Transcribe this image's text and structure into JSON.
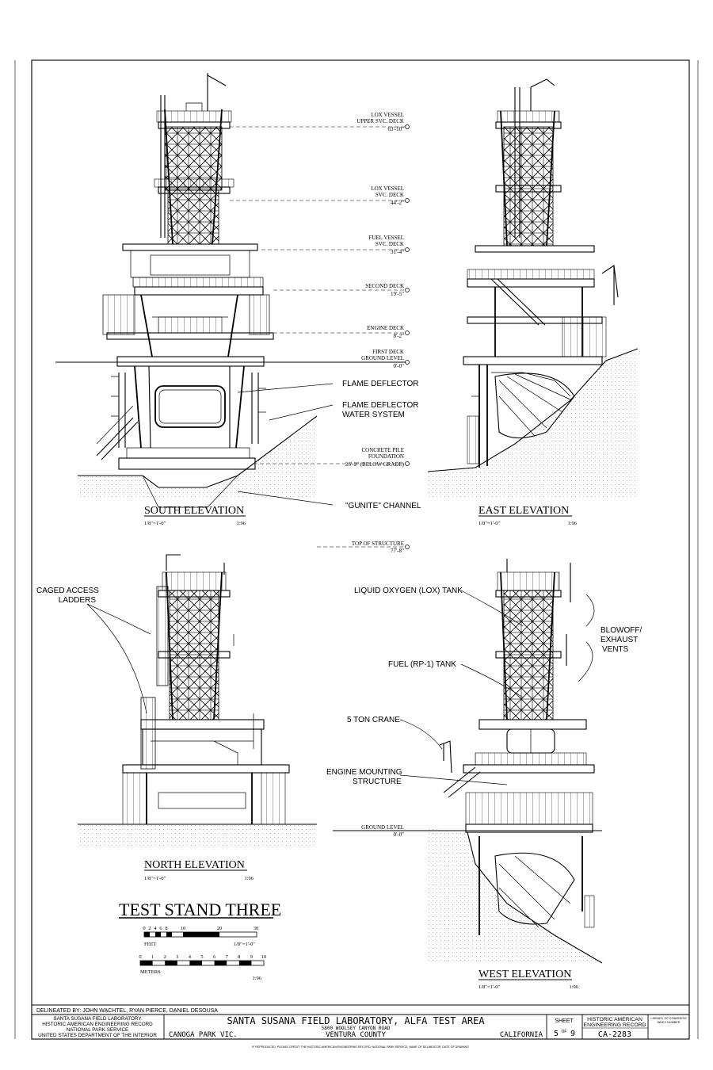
{
  "drawing": {
    "title": "TEST STAND THREE",
    "views": {
      "south": {
        "title": "SOUTH ELEVATION",
        "scale": "1/8\"=1'-0\"",
        "ratio": "1:96"
      },
      "east": {
        "title": "EAST ELEVATION",
        "scale": "1/8\"=1'-0\"",
        "ratio": "1:96"
      },
      "north": {
        "title": "NORTH ELEVATION",
        "scale": "1/8\"=1'-0\"",
        "ratio": "1:96"
      },
      "west": {
        "title": "WEST ELEVATION",
        "scale": "1/8\"=1'-0\"",
        "ratio": "1:96"
      }
    },
    "levels": [
      {
        "name1": "LOX VESSEL",
        "name2": "UPPER SVC. DECK",
        "elev": "63'-10\""
      },
      {
        "name1": "LOX VESSEL",
        "name2": "SVC. DECK",
        "elev": "44'-2\""
      },
      {
        "name1": "FUEL VESSEL",
        "name2": "SVC. DECK",
        "elev": "31'-4\""
      },
      {
        "name1": "",
        "name2": "SECOND DECK",
        "elev": "19'-5\""
      },
      {
        "name1": "",
        "name2": "ENGINE DECK",
        "elev": "8'-2\""
      },
      {
        "name1": "FIRST DECK",
        "name2": "GROUND LEVEL",
        "elev": "0'-0\""
      },
      {
        "name1": "CONCRETE PILE",
        "name2": "FOUNDATION",
        "elev": "26'-9\" (BELOW GRADE)"
      }
    ],
    "top_level": {
      "name": "TOP OF STRUCTURE",
      "elev": "77'-8\""
    },
    "ground_level": {
      "name": "GROUND LEVEL",
      "elev": "0'-0\""
    },
    "callouts": {
      "flame_deflector": "FLAME DEFLECTOR",
      "flame_water_1": "FLAME DEFLECTOR",
      "flame_water_2": "WATER SYSTEM",
      "gunite": "\"GUNITE\" CHANNEL",
      "caged_1": "CAGED ACCESS",
      "caged_2": "LADDERS",
      "lox_tank": "LIQUID OXYGEN (LOX) TANK",
      "fuel_tank": "FUEL (RP-1) TANK",
      "blowoff_1": "BLOWOFF/",
      "blowoff_2": "EXHAUST",
      "blowoff_3": "VENTS",
      "crane": "5 TON CRANE",
      "engine_mount_1": "ENGINE MOUNTING",
      "engine_mount_2": "STRUCTURE"
    },
    "scale_feet": {
      "ticks": [
        "0",
        "2",
        "4",
        "6",
        "8",
        "10",
        "20",
        "30"
      ],
      "unit": "FEET",
      "scale": "1/8\"=1'-0\""
    },
    "scale_meters": {
      "ticks": [
        "0",
        "1",
        "2",
        "3",
        "4",
        "5",
        "6",
        "7",
        "8",
        "9",
        "10"
      ],
      "unit": "METERS",
      "ratio": "1:96"
    }
  },
  "title_block": {
    "delineated": "DELINEATED BY:  JOHN WACHTEL, RYAN PIERCE, DANIEL DESOUSA",
    "agency_lines": [
      "SANTA SUSANA FIELD LABORATORY",
      "HISTORIC AMERICAN ENGINEERING RECORD",
      "NATIONAL PARK SERVICE",
      "UNITED STATES DEPARTMENT OF THE INTERIOR"
    ],
    "project_title": "SANTA SUSANA FIELD LABORATORY, ALFA TEST AREA",
    "address": "5800 WOOLSEY CANYON ROAD",
    "county": "VENTURA COUNTY",
    "city": "CANOGA PARK VIC.",
    "state": "CALIFORNIA",
    "sheet_label": "SHEET",
    "sheet_num": "5",
    "sheet_of": "OF",
    "sheet_total": "9",
    "haer_1": "HISTORIC AMERICAN",
    "haer_2": "ENGINEERING RECORD",
    "haer_no": "CA-2283",
    "loc_1": "LIBRARY OF CONGRESS",
    "loc_2": "INDEX NUMBER",
    "footer": "IF REPRODUCED, PLEASE CREDIT: THE HISTORIC AMERICAN ENGINEERING RECORD, NATIONAL PARK SERVICE, NAME OF DELINEATOR, DATE OF DRAWING"
  }
}
